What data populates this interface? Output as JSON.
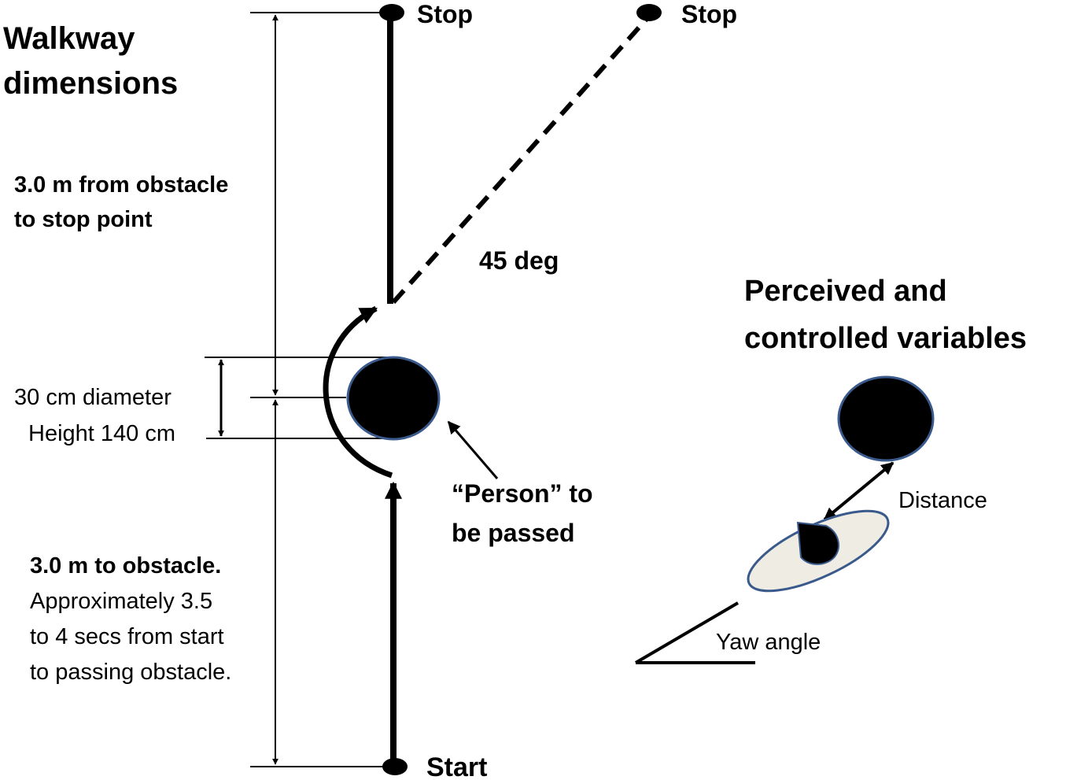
{
  "title": {
    "line1": "Walkway",
    "line2": "dimensions"
  },
  "stop_labels": {
    "straight": "Stop",
    "diagonal": "Stop"
  },
  "start_label": "Start",
  "angle_label": "45 deg",
  "upper_segment": {
    "line1": "3.0 m from obstacle",
    "line2": "to stop point"
  },
  "obstacle_size": {
    "line1": "30 cm diameter",
    "line2": "Height 140 cm"
  },
  "lower_segment": {
    "line1": "3.0 m to obstacle.",
    "line2": "Approximately 3.5",
    "line3": "to 4 secs from start",
    "line4": "to passing obstacle."
  },
  "person_label": {
    "line1": "“Person” to",
    "line2": "be passed"
  },
  "variables_panel": {
    "title_line1": "Perceived and",
    "title_line2": "controlled variables",
    "distance_label": "Distance",
    "yaw_label": "Yaw angle"
  },
  "colors": {
    "ink": "#000000",
    "obstacle_outline": "#3a5a8c",
    "body_fill": "#efede3"
  }
}
